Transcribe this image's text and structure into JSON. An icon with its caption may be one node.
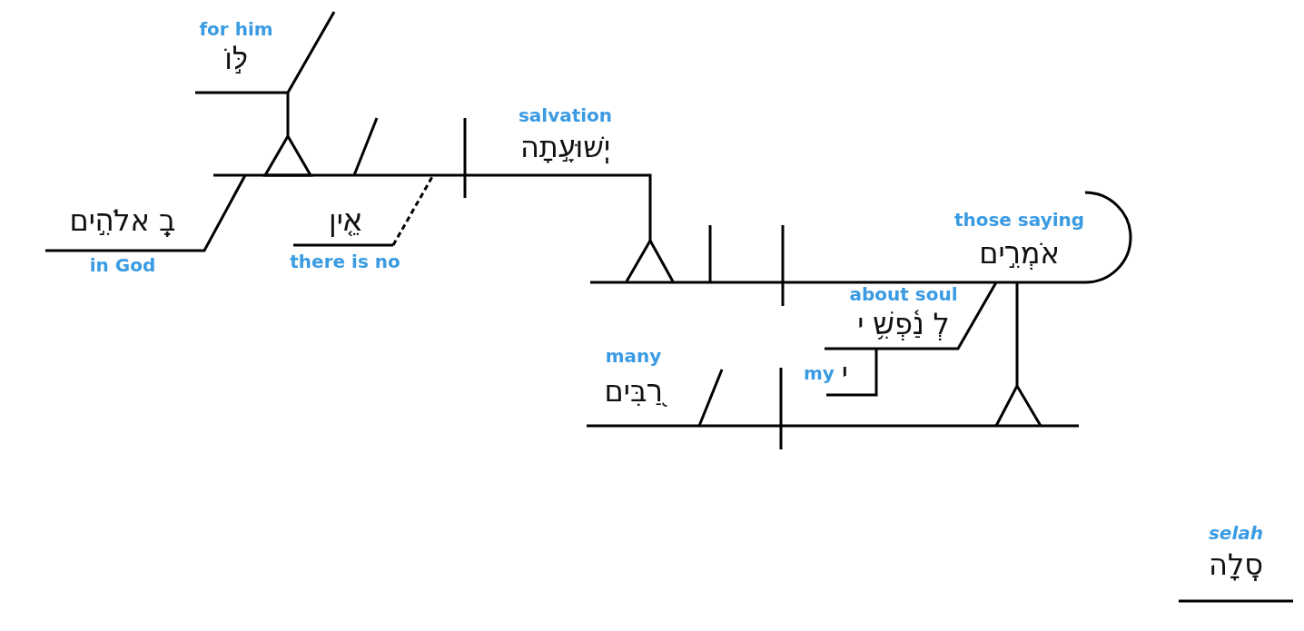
{
  "diagram": {
    "nodes": [
      {
        "text": [
          "for him",
          "לּ֣וֹ"
        ]
      },
      {
        "text": [
          "בֵֽ אלֹהִ֣ים",
          "in God"
        ]
      },
      {
        "text": [
          "אֵ֤ין",
          "there is no"
        ]
      },
      {
        "text": [
          "salvation",
          "יְֽשׁוּעָ֣תָה"
        ]
      },
      {
        "text": [
          "those saying",
          "אֹמְרִ֣ים"
        ]
      },
      {
        "text": [
          "about soul",
          "לְ נַ֫פְשִׁ֥ י"
        ]
      },
      {
        "text": [
          "י",
          "my"
        ]
      },
      {
        "text": [
          "many",
          "רַ֭בִּים"
        ]
      },
      {
        "text": [
          "selah",
          "סֶֽלָה"
        ]
      }
    ]
  }
}
